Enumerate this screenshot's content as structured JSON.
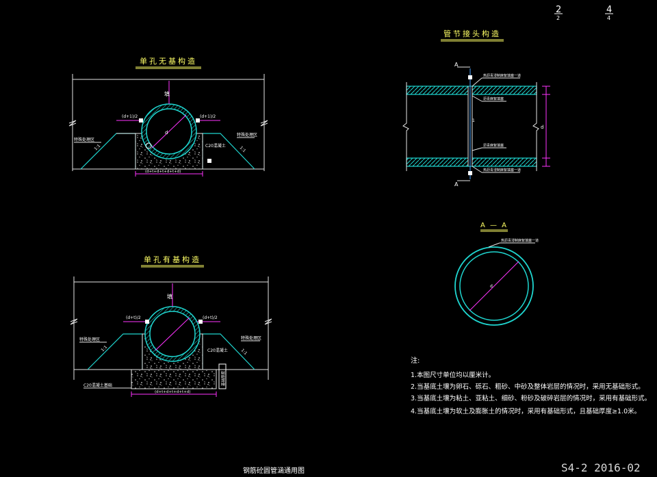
{
  "sheet": {
    "page_current": "2",
    "page_current_sub": "2",
    "page_total": "4",
    "page_total_sub": "4",
    "drawing_title": "钢筋砼圆管涵通用图",
    "drawing_number": "S4-2 2016-02"
  },
  "view_no_base": {
    "title": "单孔无基构造",
    "label_left_zone": "特殊处理区",
    "label_right_zone": "特殊处理区",
    "label_concrete": "C20混凝土",
    "dim_left_top": "(d+1)/2",
    "dim_right_top": "(d+1)/2",
    "dim_bottom": "(d+t+d+t+d+t+d)",
    "slope_left": "1:1",
    "slope_right": "1:1",
    "fill_mark": "填"
  },
  "view_with_base": {
    "title": "单孔有基构造",
    "label_left_zone": "特殊处理区",
    "label_right_zone": "特殊处理区",
    "label_concrete": "C20混凝土",
    "label_base": "C20混凝土基础",
    "dim_left_top": "(d+t)/2",
    "dim_right_top": "(d+t)/2",
    "dim_bottom": "(d+t+d+t+d+t+d)",
    "dim_height": "基础厚度",
    "slope_left": "1:1",
    "slope_right": "1:1",
    "fill_mark": "填"
  },
  "view_joint": {
    "title": "管节接头构造",
    "section_mark_top": "A",
    "section_mark_bottom": "A",
    "note_top": "热沥青浸制麻絮填塞一道",
    "note_mid_top": "沥青麻絮填塞",
    "note_mid_bottom": "沥青麻絮填塞",
    "note_bottom": "热沥青浸制麻絮填塞一道",
    "dim_d": "d"
  },
  "view_section": {
    "title": "A — A",
    "note": "热沥青浸制麻絮填塞一道",
    "dim_d": "d"
  },
  "notes": {
    "heading": "注:",
    "items": [
      "1.本图尺寸单位均以厘米计。",
      "2.当基底土壤为卵石、砾石、粗砂、中砂及整体岩层的情况时，采用无基础形式。",
      "3.当基底土壤为粘土、亚粘土、细砂、粉砂及破碎岩层的情况时，采用有基础形式。",
      "4.当基底土壤为软土及膨胀土的情况时，采用有基础形式，且基础厚度≥1.0米。"
    ]
  },
  "colors": {
    "background": "#000000",
    "lines": "#e6e6e6",
    "pipe": "#1fd6d0",
    "dimension": "#ff33ff",
    "text": "#ffff66",
    "accent": "#4aa3ff"
  }
}
